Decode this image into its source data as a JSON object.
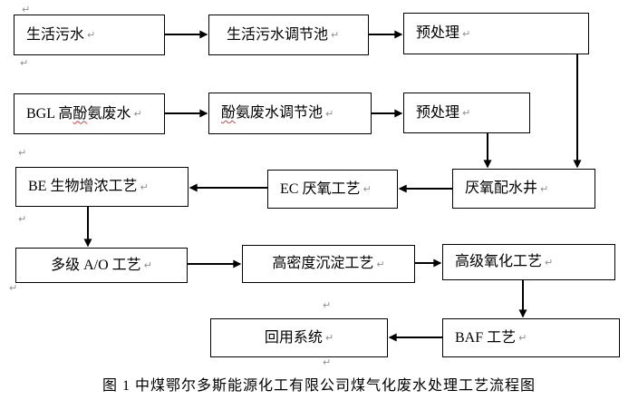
{
  "caption": "图 1 中煤鄂尔多斯能源化工有限公司煤气化废水处理工艺流程图",
  "formatting": {
    "return_mark": "↵"
  },
  "colors": {
    "box_border": "#000000",
    "text": "#000000",
    "arrow": "#000000",
    "spellcheck": "#e03a3a",
    "format_mark": "#8f8f8f",
    "background": "#ffffff"
  },
  "nodes": [
    {
      "id": "domestic-sewage",
      "label": "生活污水",
      "pre": "生活污水",
      "typo": "",
      "post": ""
    },
    {
      "id": "domestic-sewage-regulating-pool",
      "label": "生活污水调节池",
      "pre": "生活污水调节池",
      "typo": "",
      "post": ""
    },
    {
      "id": "pretreatment-domestic",
      "label": "预处理",
      "pre": "预处理",
      "typo": "",
      "post": ""
    },
    {
      "id": "bgl-high-phenol-ammonia-wastewater",
      "label": "BGL 高酚氨废水",
      "pre": "BGL 高",
      "typo": "酚",
      "post": "氨废水"
    },
    {
      "id": "phenol-ammonia-regulating-pool",
      "label": "酚氨废水调节池",
      "pre": "",
      "typo": "酚",
      "post": "氨废水调节池"
    },
    {
      "id": "pretreatment-phenol-ammonia",
      "label": "预处理",
      "pre": "预处理",
      "typo": "",
      "post": ""
    },
    {
      "id": "be-bio-enrichment-process",
      "label": "BE 生物增浓工艺",
      "pre": "BE 生物增浓工艺",
      "typo": "",
      "post": ""
    },
    {
      "id": "ec-anaerobic-process",
      "label": "EC 厌氧工艺",
      "pre": "EC 厌氧工艺",
      "typo": "",
      "post": ""
    },
    {
      "id": "anaerobic-distribution-well",
      "label": "厌氧配水井",
      "pre": "厌氧配水井",
      "typo": "",
      "post": ""
    },
    {
      "id": "multistage-ao-process",
      "label": "多级 A/O 工艺",
      "pre": "多级 A/O 工艺",
      "typo": "",
      "post": ""
    },
    {
      "id": "high-density-sedimentation-process",
      "label": "高密度沉淀工艺",
      "pre": "高密度沉淀工艺",
      "typo": "",
      "post": ""
    },
    {
      "id": "advanced-oxidation-process",
      "label": "高级氧化工艺",
      "pre": "高级氧化工艺",
      "typo": "",
      "post": ""
    },
    {
      "id": "reuse-system",
      "label": "回用系统",
      "pre": "回用系统",
      "typo": "",
      "post": ""
    },
    {
      "id": "baf-process",
      "label": "BAF 工艺",
      "pre": "BAF 工艺",
      "typo": "",
      "post": ""
    }
  ],
  "edges": [
    {
      "from": "domestic-sewage",
      "to": "domestic-sewage-regulating-pool"
    },
    {
      "from": "domestic-sewage-regulating-pool",
      "to": "pretreatment-domestic"
    },
    {
      "from": "pretreatment-domestic",
      "to": "anaerobic-distribution-well"
    },
    {
      "from": "bgl-high-phenol-ammonia-wastewater",
      "to": "phenol-ammonia-regulating-pool"
    },
    {
      "from": "phenol-ammonia-regulating-pool",
      "to": "pretreatment-phenol-ammonia"
    },
    {
      "from": "pretreatment-phenol-ammonia",
      "to": "anaerobic-distribution-well"
    },
    {
      "from": "anaerobic-distribution-well",
      "to": "ec-anaerobic-process"
    },
    {
      "from": "ec-anaerobic-process",
      "to": "be-bio-enrichment-process"
    },
    {
      "from": "be-bio-enrichment-process",
      "to": "multistage-ao-process"
    },
    {
      "from": "multistage-ao-process",
      "to": "high-density-sedimentation-process"
    },
    {
      "from": "high-density-sedimentation-process",
      "to": "advanced-oxidation-process"
    },
    {
      "from": "advanced-oxidation-process",
      "to": "baf-process"
    },
    {
      "from": "baf-process",
      "to": "reuse-system"
    }
  ]
}
